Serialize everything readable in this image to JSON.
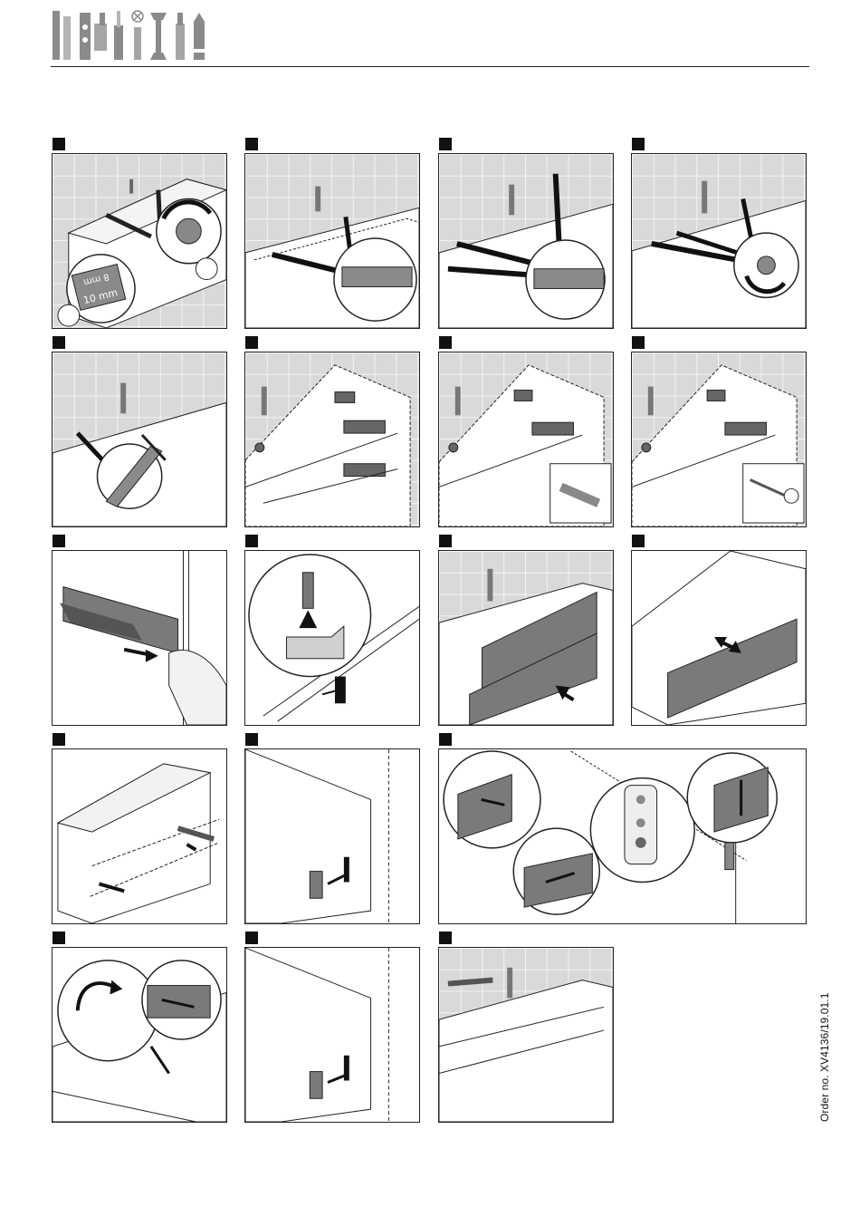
{
  "footer": {
    "order_no": "Order no. XV4136/19.01.1"
  },
  "step_1": {
    "drill_tag_line1": "8 mm",
    "drill_tag_line2": "10 mm"
  },
  "colors": {
    "tile_background": "#d9d9d9",
    "tile_grout": "#f2f2f2",
    "accent_grey": "#7a7a7a",
    "ink": "#111111"
  },
  "icons": [
    "level-icon",
    "drill-icon",
    "screwdriver-icon",
    "wrench-icon",
    "caulk-icon",
    "pencil-icon"
  ]
}
